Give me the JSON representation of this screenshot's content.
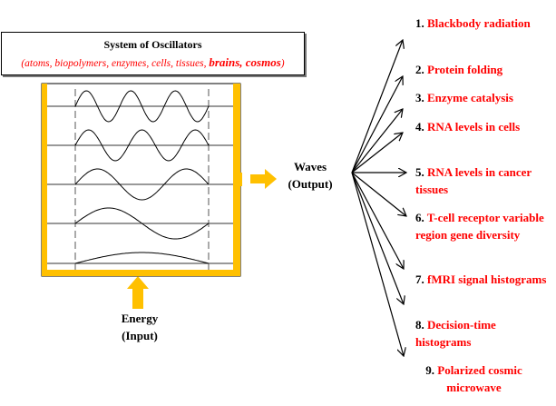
{
  "header": {
    "title": "System of Oscillators",
    "subtitle_plain": "(atoms, biopolymers, enzymes, cells, tissues, ",
    "subtitle_bold": "brains, cosmos",
    "subtitle_close": ")"
  },
  "modes_half_waves": [
    6,
    5,
    3,
    2,
    1
  ],
  "output_label": {
    "line1": "Waves",
    "line2": "(Output)"
  },
  "input_label": {
    "line1": "Energy",
    "line2": "(Input)"
  },
  "colors": {
    "frame": "#FFC000",
    "accent_text": "#FF0000"
  },
  "applications": [
    {
      "num": "1.",
      "text": "Blackbody radiation"
    },
    {
      "num": "2.",
      "text": "Protein folding"
    },
    {
      "num": "3.",
      "text": "Enzyme catalysis"
    },
    {
      "num": "4.",
      "text": "RNA levels in cells"
    },
    {
      "num": "5.",
      "text": "RNA levels in cancer tissues"
    },
    {
      "num": "6.",
      "text": "T-cell receptor variable region gene diversity"
    },
    {
      "num": "7.",
      "text": " fMRI signal histograms"
    },
    {
      "num": "8.",
      "text": "Decision-time histograms"
    },
    {
      "num": "9.",
      "text": "Polarized cosmic microwave"
    }
  ]
}
